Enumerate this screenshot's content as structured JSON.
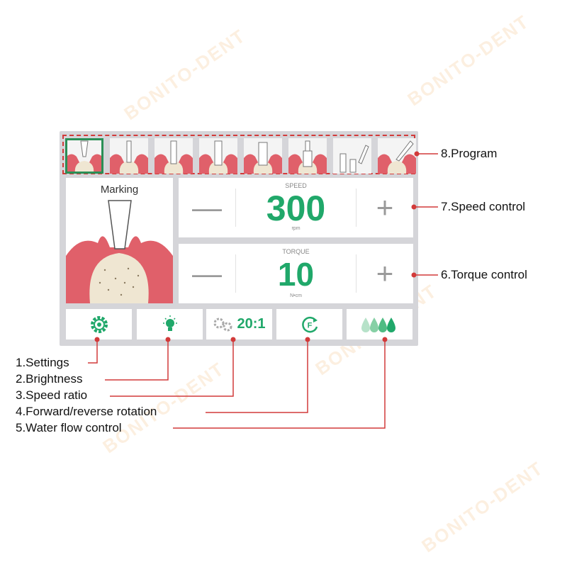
{
  "programs": [
    {
      "id": 1,
      "selected": true
    },
    {
      "id": 2,
      "selected": false
    },
    {
      "id": 3,
      "selected": false
    },
    {
      "id": 4,
      "selected": false
    },
    {
      "id": 5,
      "selected": false
    },
    {
      "id": 6,
      "selected": false
    },
    {
      "id": 7,
      "selected": false
    },
    {
      "id": 8,
      "selected": false
    }
  ],
  "preview": {
    "label": "Marking"
  },
  "speed": {
    "title": "SPEED",
    "value": "300",
    "unit": "rpm",
    "minus": "—",
    "plus": "+"
  },
  "torque": {
    "title": "TORQUE",
    "value": "10",
    "unit": "N•cm",
    "minus": "—",
    "plus": "+"
  },
  "buttons": {
    "settings_icon": "gear-icon",
    "brightness_icon": "bulb-icon",
    "ratio_label": "20:1",
    "rotation_icon": "forward-rotation-icon",
    "water_icon": "water-drops-icon"
  },
  "callouts": {
    "program": "8.Program",
    "speed": "7.Speed control",
    "torque": "6.Torque control",
    "settings": "1.Settings",
    "brightness": "2.Brightness",
    "ratio": "3.Speed ratio",
    "rotation": "4.Forward/reverse rotation",
    "water": "5.Water flow control"
  },
  "watermark": "BONITO-DENT",
  "colors": {
    "accent": "#20a86a",
    "callout_line": "#d23a3a",
    "gum": "#e0606a",
    "bone": "#efe6d2"
  }
}
